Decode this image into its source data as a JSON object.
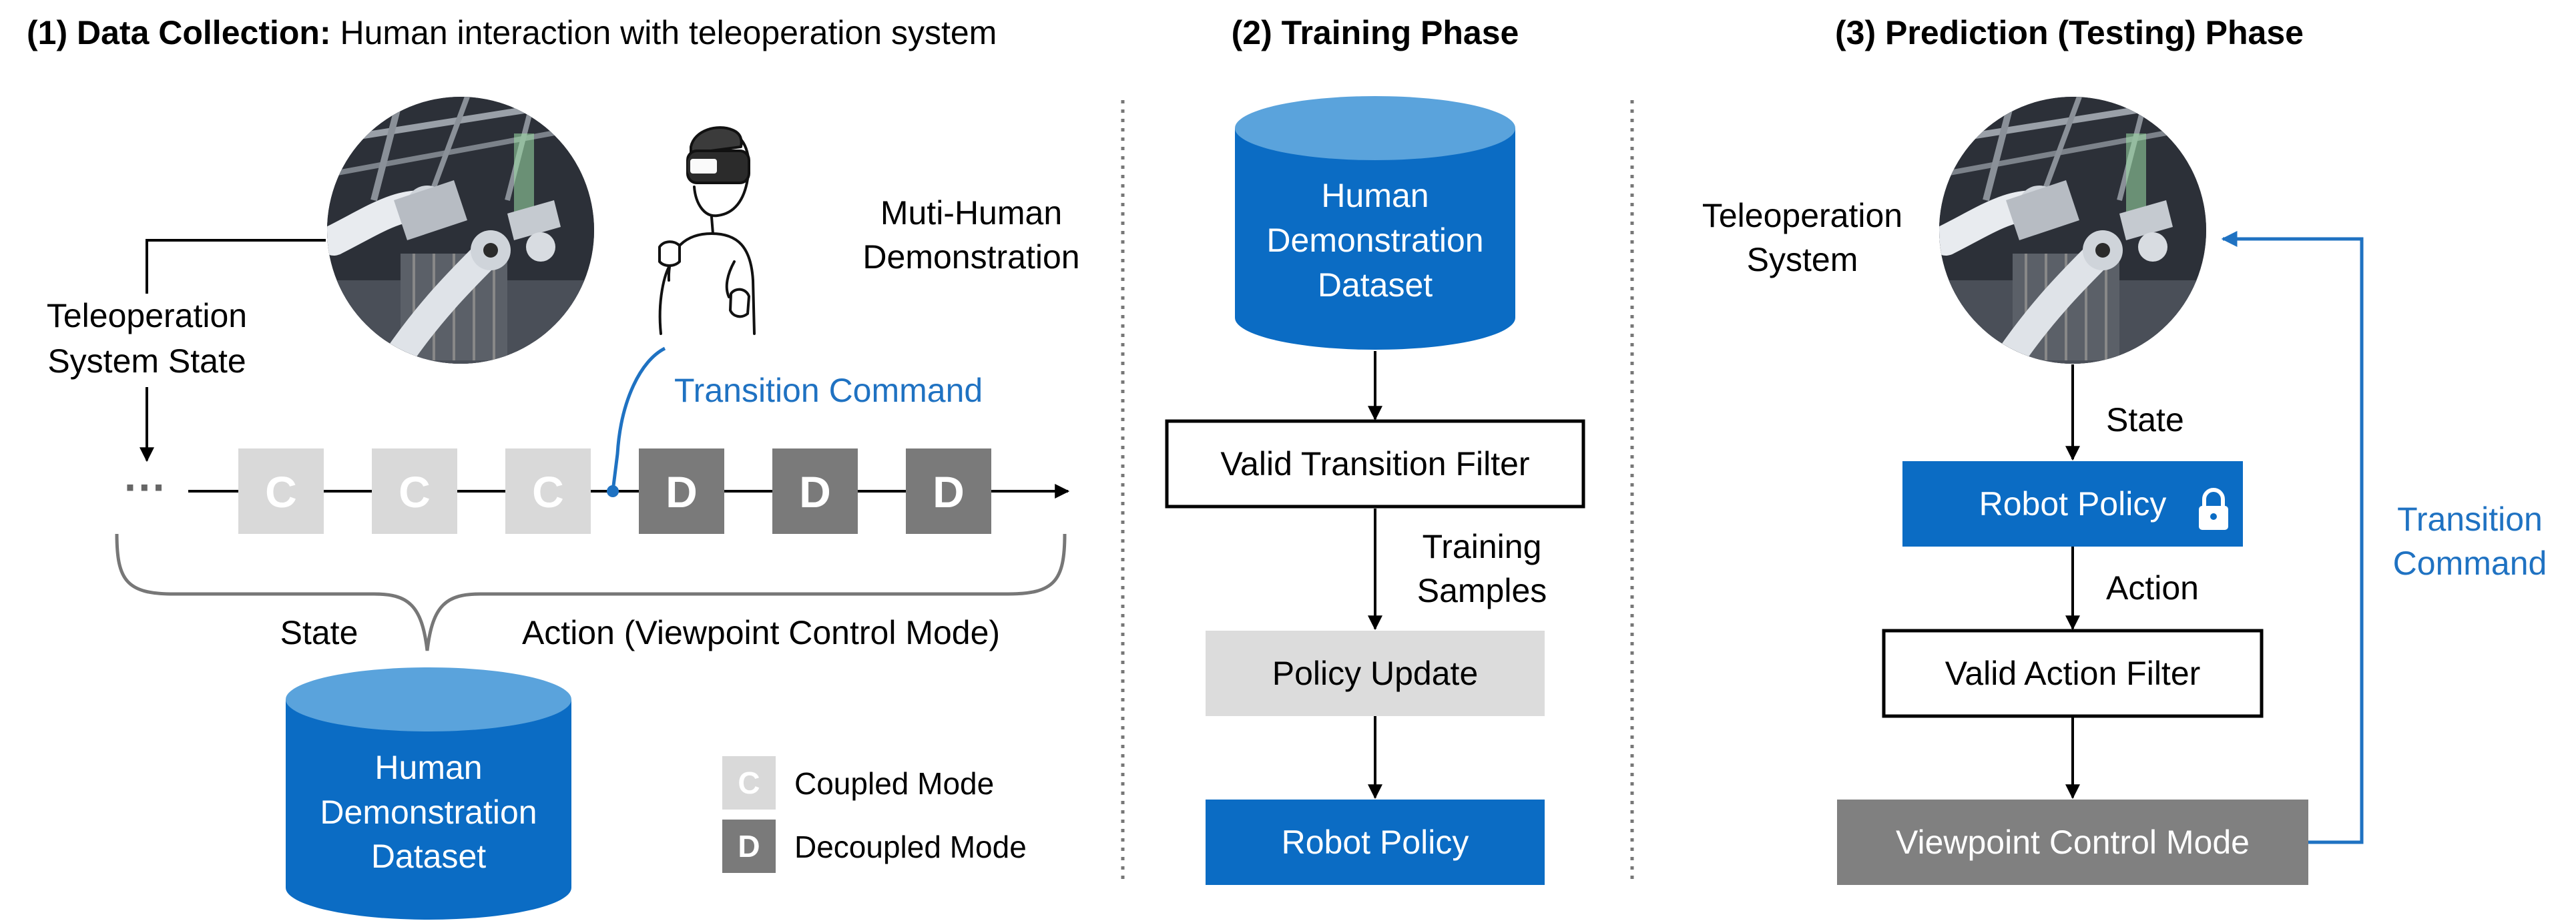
{
  "panel1": {
    "title_bold": "(1) Data Collection:",
    "title_rest": " Human interaction with teleoperation system",
    "state_label_l1": "Teleoperation",
    "state_label_l2": "System State",
    "human_label_l1": "Muti-Human",
    "human_label_l2": "Demonstration",
    "transition_command": "Transition Command",
    "ellipsis": "···",
    "sequence": [
      "C",
      "C",
      "C",
      "D",
      "D",
      "D"
    ],
    "brace_state": "State",
    "brace_action": "Action (Viewpoint Control Mode)",
    "dataset_l1": "Human",
    "dataset_l2": "Demonstration",
    "dataset_l3": "Dataset",
    "legend": [
      {
        "letter": "C",
        "label": "Coupled Mode"
      },
      {
        "letter": "D",
        "label": "Decoupled Mode"
      }
    ]
  },
  "panel2": {
    "title": "(2) Training Phase",
    "dataset_l1": "Human",
    "dataset_l2": "Demonstration",
    "dataset_l3": "Dataset",
    "filter": "Valid Transition Filter",
    "samples_l1": "Training",
    "samples_l2": "Samples",
    "update": "Policy Update",
    "policy": "Robot Policy"
  },
  "panel3": {
    "title": "(3) Prediction (Testing) Phase",
    "system_l1": "Teleoperation",
    "system_l2": "System",
    "state": "State",
    "policy": "Robot Policy",
    "action": "Action",
    "filter": "Valid Action Filter",
    "mode": "Viewpoint Control Mode",
    "cmd_l1": "Transition",
    "cmd_l2": "Command"
  },
  "colors": {
    "blue": "#0b6cc4",
    "blue_top": "#5aa3dc",
    "coupled": "#d9d9d9",
    "decoupled": "#7a7a7a",
    "policy_update": "#dcdcdc",
    "mode_box": "#808080",
    "line": "#000000",
    "blue_text": "#1f72c2"
  }
}
